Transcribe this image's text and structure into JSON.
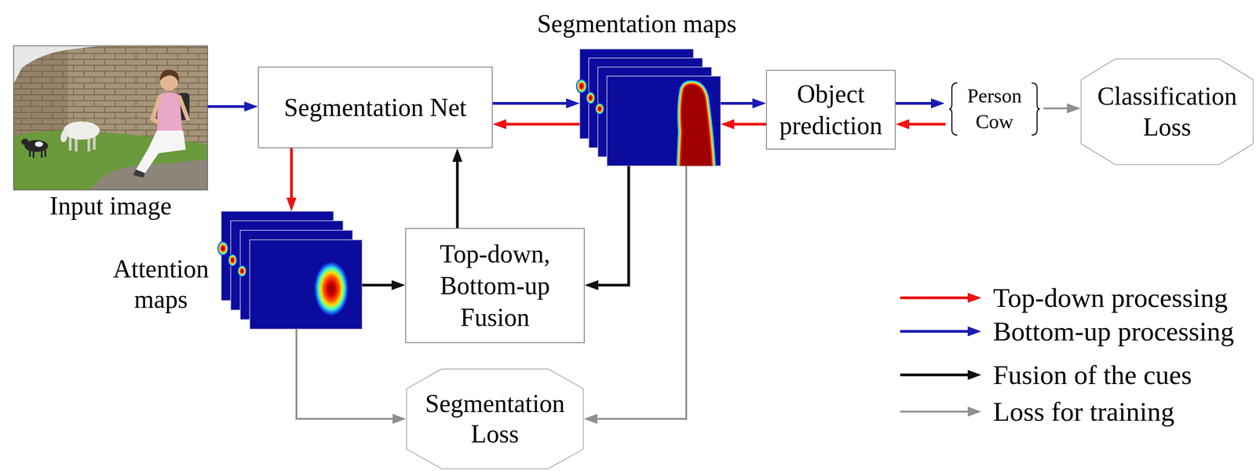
{
  "diagram": {
    "nodes": [
      {
        "text": [
          "Input image"
        ]
      },
      {
        "text": [
          "Segmentation Net"
        ]
      },
      {
        "text": [
          "Segmentation maps"
        ]
      },
      {
        "text": [
          "Object prediction"
        ]
      },
      {
        "text": [
          "Person",
          "Cow"
        ]
      },
      {
        "text": [
          "Classification Loss"
        ]
      },
      {
        "text": [
          "Attention maps"
        ]
      },
      {
        "text": [
          "Top-down, Bottom-up Fusion"
        ]
      },
      {
        "text": [
          "Segmentation Loss"
        ]
      }
    ],
    "edges": [
      {
        "from": 0,
        "to": 1,
        "arrow": "to"
      },
      {
        "from": 1,
        "to": 2,
        "arrow": "to"
      },
      {
        "from": 2,
        "to": 1,
        "arrow": "to"
      },
      {
        "from": 2,
        "to": 3,
        "arrow": "to"
      },
      {
        "from": 3,
        "to": 2,
        "arrow": "to"
      },
      {
        "from": 3,
        "to": 4,
        "arrow": "to"
      },
      {
        "from": 4,
        "to": 3,
        "arrow": "to"
      },
      {
        "from": 4,
        "to": 5,
        "arrow": "to"
      },
      {
        "from": 1,
        "to": 6,
        "arrow": "to"
      },
      {
        "from": 6,
        "to": 7,
        "arrow": "to"
      },
      {
        "from": 2,
        "to": 7,
        "arrow": "to"
      },
      {
        "from": 7,
        "to": 1,
        "arrow": "to"
      },
      {
        "from": 6,
        "to": 8,
        "arrow": "to"
      },
      {
        "from": 2,
        "to": 8,
        "arrow": "to"
      }
    ],
    "legend": [
      {
        "text": "Top-down processing"
      },
      {
        "text": "Bottom-up processing"
      },
      {
        "text": "Fusion of the cues"
      },
      {
        "text": "Loss for training"
      }
    ]
  }
}
